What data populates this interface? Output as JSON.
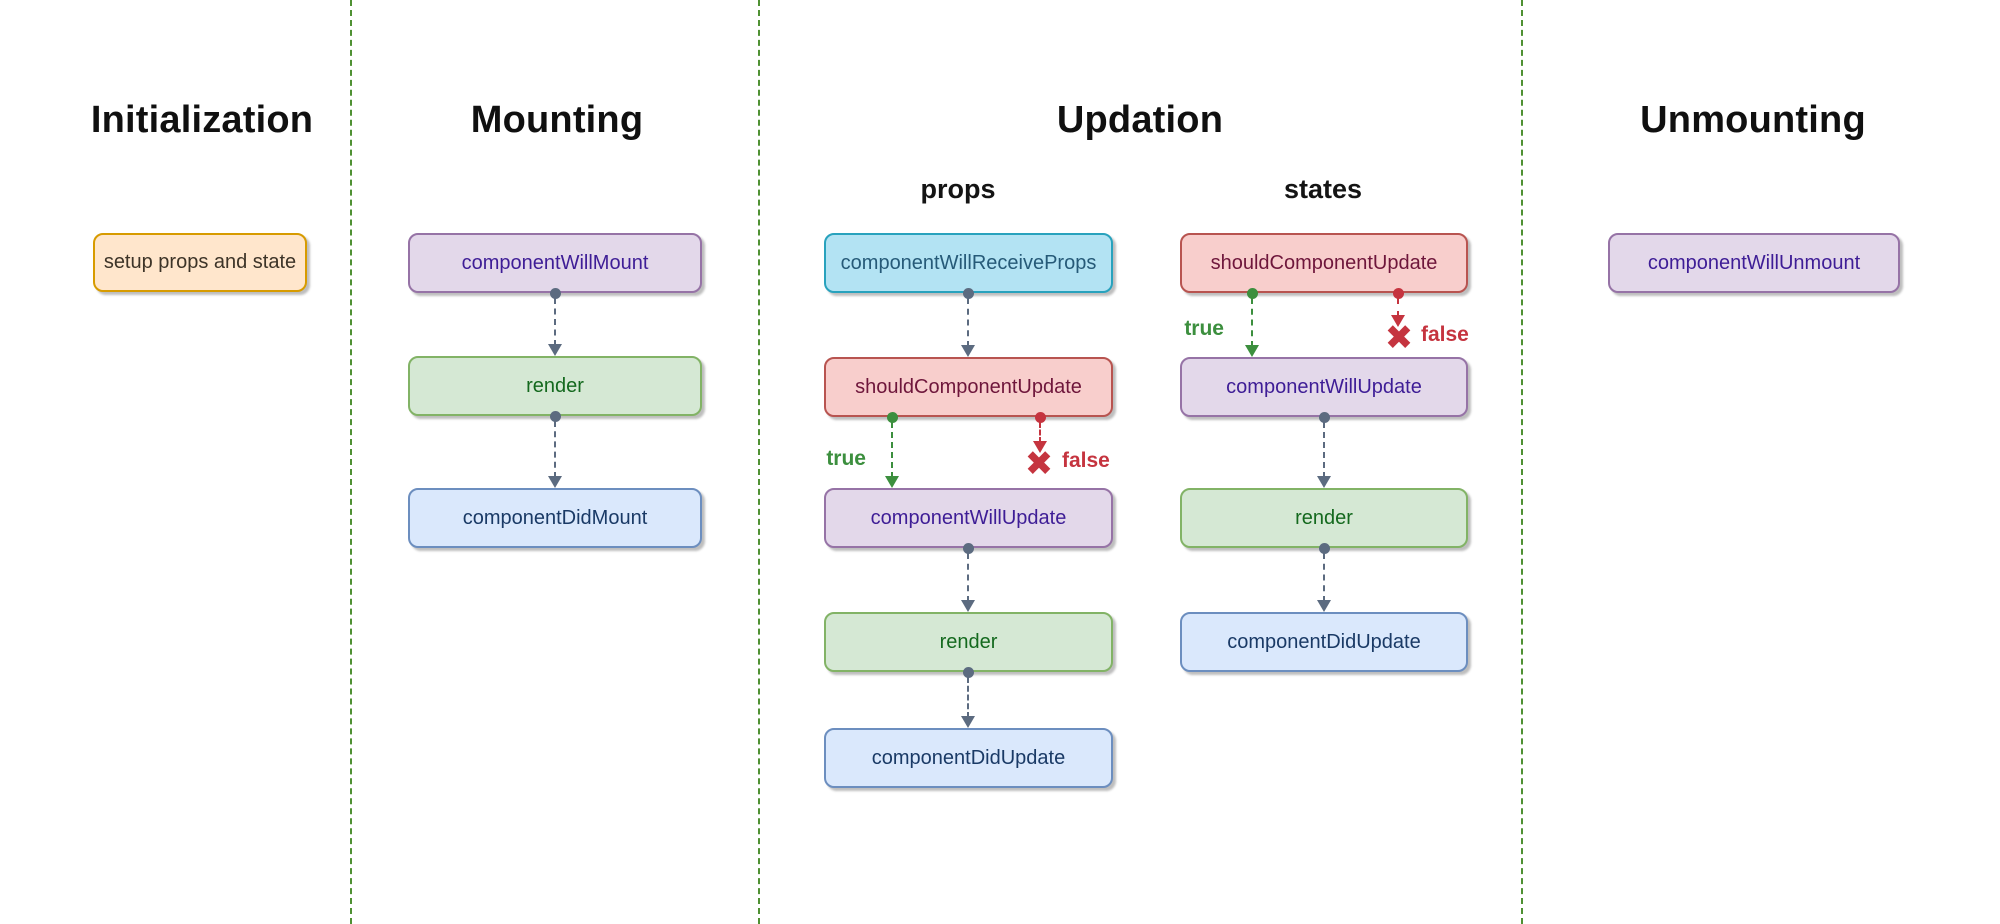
{
  "sections": [
    {
      "id": "initialization",
      "title": "Initialization",
      "nodes": [
        {
          "label": "setup props and state",
          "style": "orange"
        }
      ]
    },
    {
      "id": "mounting",
      "title": "Mounting",
      "nodes": [
        {
          "label": "componentWillMount",
          "style": "purple"
        },
        {
          "label": "render",
          "style": "green"
        },
        {
          "label": "componentDidMount",
          "style": "blue"
        }
      ]
    },
    {
      "id": "updation",
      "title": "Updation",
      "columns": [
        {
          "label": "props",
          "nodes": [
            {
              "label": "componentWillReceiveProps",
              "style": "cyan"
            },
            {
              "label": "shouldComponentUpdate",
              "style": "red"
            },
            {
              "label": "componentWillUpdate",
              "style": "purple"
            },
            {
              "label": "render",
              "style": "green"
            },
            {
              "label": "componentDidUpdate",
              "style": "blue"
            }
          ],
          "branch": {
            "true_label": "true",
            "false_label": "false"
          }
        },
        {
          "label": "states",
          "nodes": [
            {
              "label": "shouldComponentUpdate",
              "style": "red"
            },
            {
              "label": "componentWillUpdate",
              "style": "purple"
            },
            {
              "label": "render",
              "style": "green"
            },
            {
              "label": "componentDidUpdate",
              "style": "blue"
            }
          ],
          "branch": {
            "true_label": "true",
            "false_label": "false"
          }
        }
      ]
    },
    {
      "id": "unmounting",
      "title": "Unmounting",
      "nodes": [
        {
          "label": "componentWillUnmount",
          "style": "purple"
        }
      ]
    }
  ],
  "icons": {
    "false_x": "✖"
  },
  "palette": {
    "background": "#ffffff",
    "divider": "#4f9133",
    "arrow": "#5c6b80",
    "true_arrow": "#3c8f3e",
    "false_arrow": "#c5343f",
    "title_text": "#101010",
    "node_styles": {
      "orange": {
        "fill": "#ffe6cc",
        "stroke": "#d79b00",
        "text": "#3d3428"
      },
      "purple": {
        "fill": "#e3d8ea",
        "stroke": "#9673a6",
        "text": "#3e1d96"
      },
      "green": {
        "fill": "#d5e8d4",
        "stroke": "#82b366",
        "text": "#14691e"
      },
      "blue": {
        "fill": "#dae8fc",
        "stroke": "#6c8ebf",
        "text": "#1a3a66"
      },
      "red": {
        "fill": "#f8cecc",
        "stroke": "#b85450",
        "text": "#6e163b"
      },
      "cyan": {
        "fill": "#b3e3f3",
        "stroke": "#28a2bd",
        "text": "#265a78"
      }
    }
  }
}
